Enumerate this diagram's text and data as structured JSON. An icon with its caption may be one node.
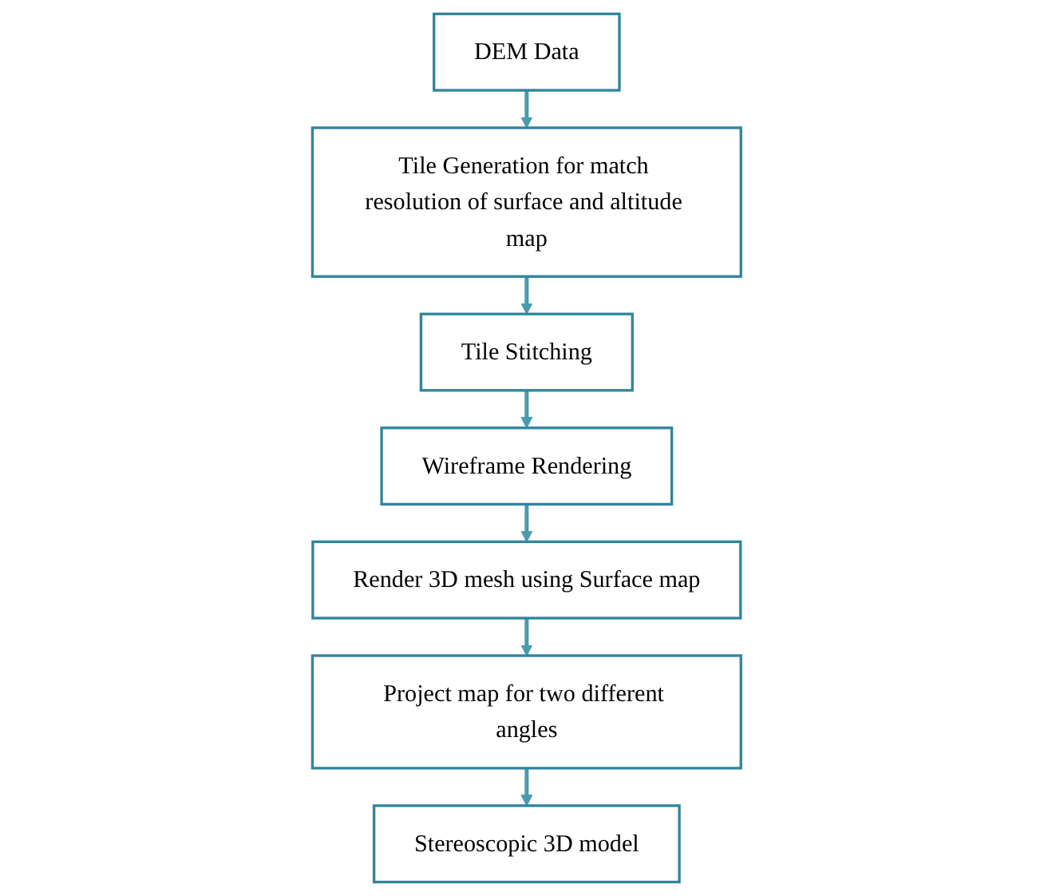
{
  "diagram": {
    "nodes": [
      {
        "text": [
          "DEM Data"
        ]
      },
      {
        "text": [
          "Tile Generation for match resolution of surface and altitude map"
        ]
      },
      {
        "text": [
          "Tile Stitching"
        ]
      },
      {
        "text": [
          "Wireframe Rendering"
        ]
      },
      {
        "text": [
          "Render 3D mesh using Surface map"
        ]
      },
      {
        "text": [
          "Project map for two different angles"
        ]
      },
      {
        "text": [
          "Stereoscopic 3D model"
        ]
      }
    ],
    "edges": [
      {
        "from": 0,
        "to": 1,
        "arrow": "to"
      },
      {
        "from": 1,
        "to": 2,
        "arrow": "to"
      },
      {
        "from": 2,
        "to": 3,
        "arrow": "to"
      },
      {
        "from": 3,
        "to": 4,
        "arrow": "to"
      },
      {
        "from": 4,
        "to": 5,
        "arrow": "to"
      },
      {
        "from": 5,
        "to": 6,
        "arrow": "to"
      }
    ]
  }
}
